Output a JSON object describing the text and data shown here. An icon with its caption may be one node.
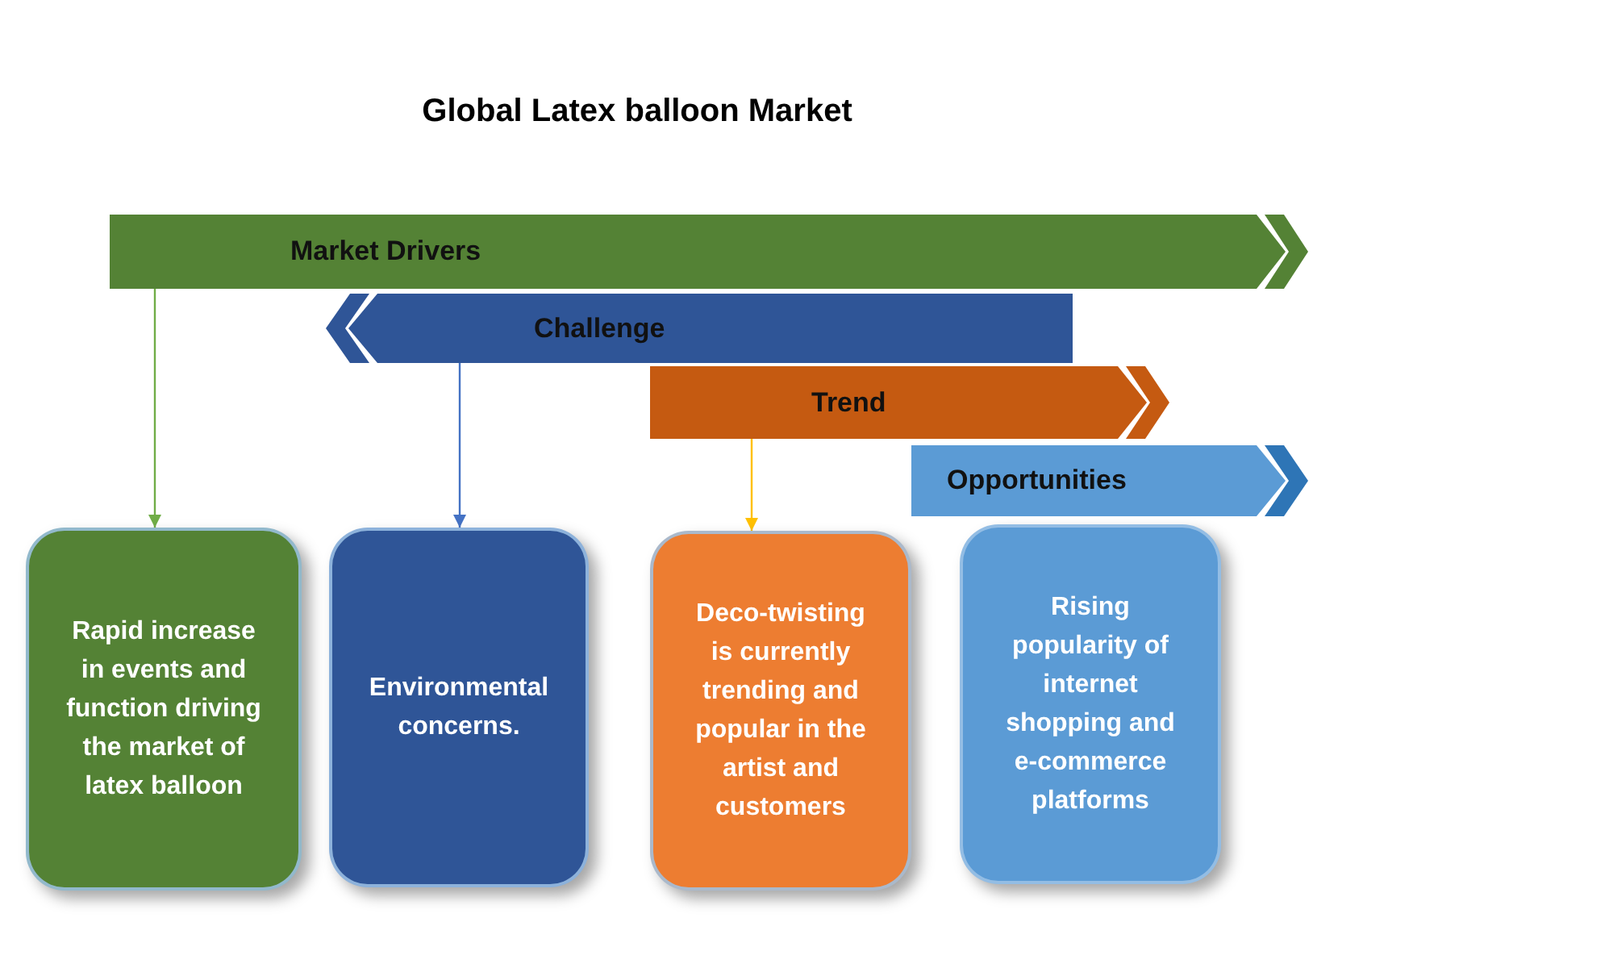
{
  "diagram": {
    "title": "Global Latex balloon Market",
    "nodes": [
      {
        "text": [
          "Market Drivers"
        ]
      },
      {
        "text": [
          "Challenge"
        ]
      },
      {
        "text": [
          "Trend"
        ]
      },
      {
        "text": [
          "Opportunities"
        ]
      },
      {
        "text": [
          "Rapid increase in events and function driving the market of latex balloon"
        ]
      },
      {
        "text": [
          "Environmental concerns."
        ]
      },
      {
        "text": [
          "Deco-twisting is currently trending and popular in the artist and customers"
        ]
      },
      {
        "text": [
          "Rising popularity of internet shopping and e-commerce platforms"
        ]
      }
    ],
    "edges": [
      {
        "from": 0,
        "to": 4,
        "arrow": "to",
        "color": "#70ad47"
      },
      {
        "from": 1,
        "to": 5,
        "arrow": "to",
        "color": "#4472c4"
      },
      {
        "from": 2,
        "to": 6,
        "arrow": "to",
        "color": "#ffc000"
      }
    ]
  }
}
